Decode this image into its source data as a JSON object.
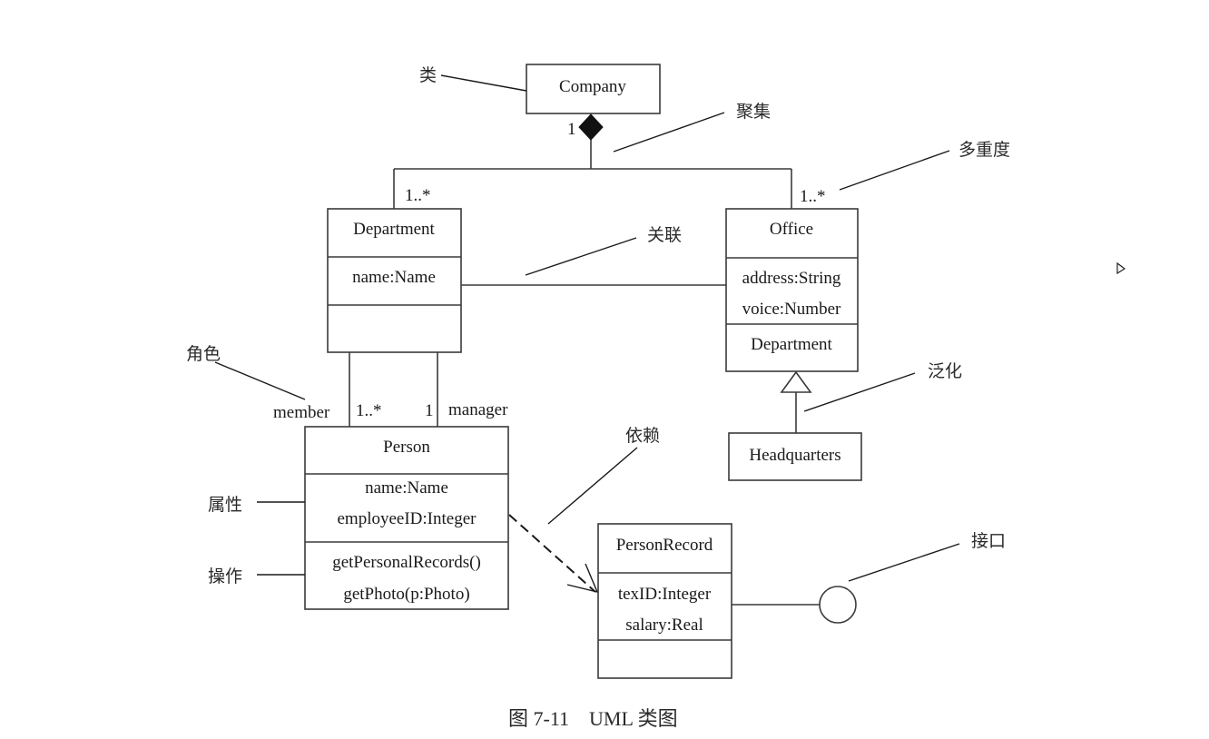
{
  "classes": {
    "company": {
      "name": "Company"
    },
    "department": {
      "name": "Department",
      "attributes": [
        "name:Name"
      ],
      "operations": []
    },
    "office": {
      "name": "Office",
      "attributes": [
        "address:String",
        "voice:Number"
      ],
      "operations": [
        "Department"
      ]
    },
    "headquarters": {
      "name": "Headquarters"
    },
    "person": {
      "name": "Person",
      "attributes": [
        "name:Name",
        "employeeID:Integer"
      ],
      "operations": [
        "getPersonalRecords()",
        "getPhoto(p:Photo)"
      ]
    },
    "person_record": {
      "name": "PersonRecord",
      "attributes": [
        "texID:Integer",
        "salary:Real"
      ],
      "operations": []
    }
  },
  "multiplicities": {
    "company_side": "1",
    "department_side": "1..*",
    "office_side": "1..*",
    "member": "1..*",
    "manager": "1"
  },
  "roles": {
    "member": "member",
    "manager": "manager"
  },
  "annotations": {
    "class": "类",
    "aggregation": "聚集",
    "multiplicity": "多重度",
    "association": "关联",
    "role": "角色",
    "generalization": "泛化",
    "dependency": "依赖",
    "attribute": "属性",
    "operation": "操作",
    "interface": "接口"
  },
  "caption": "图 7-11    UML 类图"
}
